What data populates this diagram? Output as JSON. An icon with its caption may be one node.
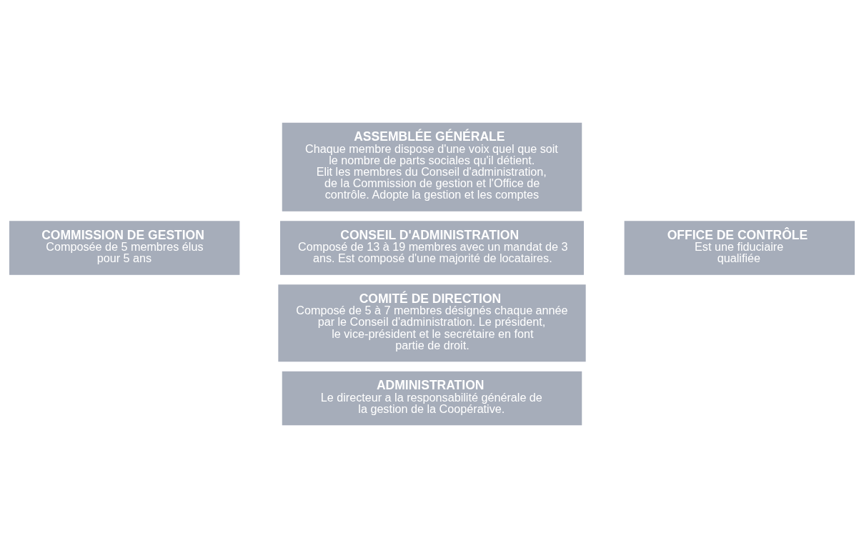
{
  "diagram": {
    "nodes": [
      {
        "text": [
          "ASSEMBLÉE GÉNÉRALE",
          "Chaque membre dispose d'une voix quel que soit le nombre de parts sociales qu'il détient. Elit les membres du Conseil d'administration, de la Commission de gestion et l'Office de contrôle. Adopte la gestion et les comptes"
        ]
      },
      {
        "text": [
          "COMMISSION DE GESTION",
          "Composée de 5 membres élus pour 5 ans"
        ]
      },
      {
        "text": [
          "OFFICE DE CONTRÔLE",
          "Est une fiduciaire qualifiée"
        ]
      },
      {
        "text": [
          "CONSEIL D'ADMINISTRATION",
          "Composé de 13 à 19 membres avec un mandat de 3 ans. Est composé d'une majorité de locataires."
        ]
      },
      {
        "text": [
          "COMITÉ DE DIRECTION",
          "Composé de 5 à 7 membres désignés chaque année par le Conseil d'administration. Le président, le vice-président et le secrétaire en font partie de droit."
        ]
      },
      {
        "text": [
          "ADMINISTRATION",
          "Le directeur a la responsabilité générale de la gestion de la Coopérative."
        ]
      }
    ],
    "edges": []
  }
}
